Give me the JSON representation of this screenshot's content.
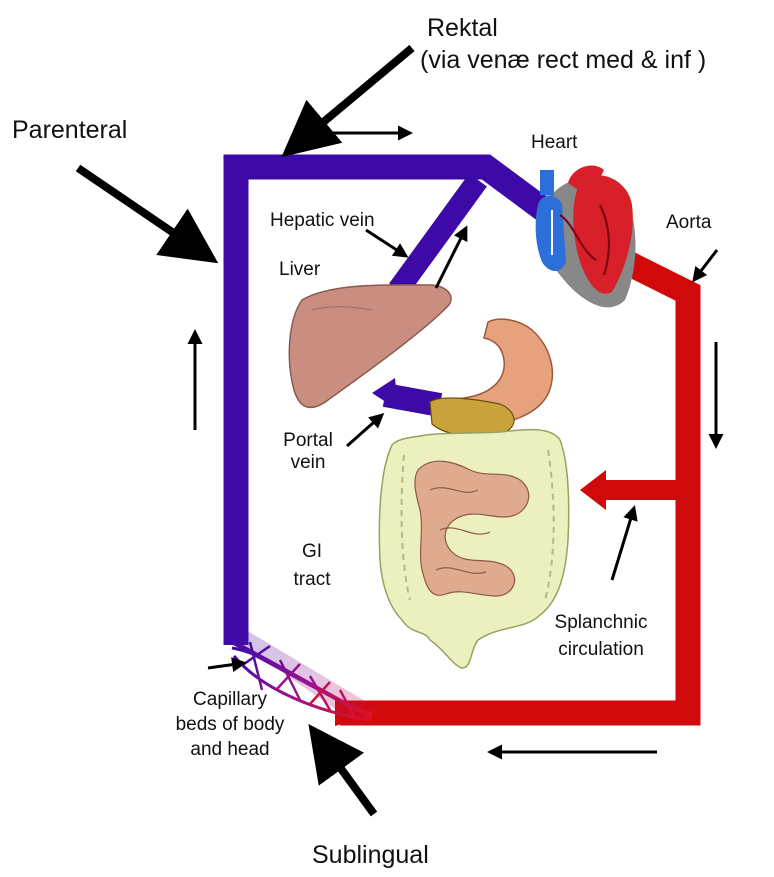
{
  "labels": {
    "rektal": "Rektal",
    "rektal_sub": "(via venæ rect med & inf )",
    "parenteral": "Parenteral",
    "sublingual": "Sublingual",
    "heart": "Heart",
    "aorta": "Aorta",
    "hepatic_vein": "Hepatic vein",
    "liver": "Liver",
    "portal_vein": [
      "Portal",
      "vein"
    ],
    "gi_tract": [
      "GI",
      "tract"
    ],
    "splanchnic": [
      "Splanchnic",
      "circulation"
    ],
    "capillary": [
      "Capillary",
      "beds of body",
      "and head"
    ]
  },
  "colors": {
    "venous": "#3d0aa8",
    "arterial": "#d00a0a",
    "liver": "#c98e80",
    "stomach": "#e6a27c",
    "intestine": "#ecf0be",
    "small_intestine": "#e0aa8e",
    "heart_red": "#d8202a",
    "heart_blue": "#2d6fd8",
    "arrow": "#000000"
  },
  "icons": [
    "heart-icon",
    "liver-icon",
    "stomach-icon",
    "intestine-icon",
    "capillary-bed-icon"
  ]
}
